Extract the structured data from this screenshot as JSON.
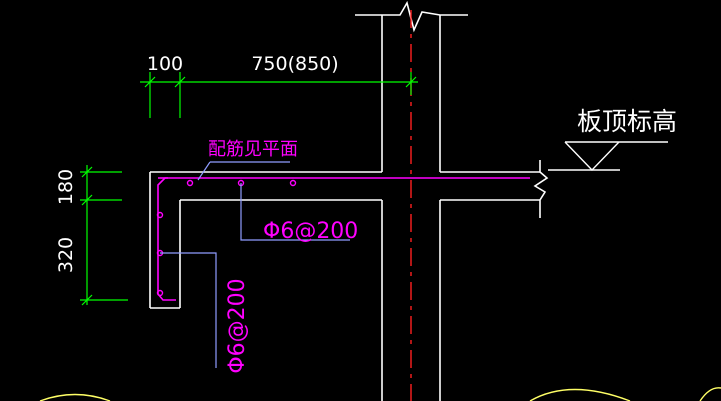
{
  "colors": {
    "background": "#000000",
    "outline": "#ffffff",
    "dimension": "#00ff00",
    "rebar": "#ff00ff",
    "leader": "#8f9cff",
    "centerline": "#ff2020",
    "arc": "#ffff66"
  },
  "dimensions": {
    "top_left": "100",
    "top_right": "750(850)",
    "side_top": "180",
    "side_bottom": "320"
  },
  "labels": {
    "rebar_note": "配筋见平面",
    "level_mark": "板顶标高",
    "stirrup_horizontal": "Φ6@200",
    "stirrup_vertical": "Φ6@200"
  }
}
